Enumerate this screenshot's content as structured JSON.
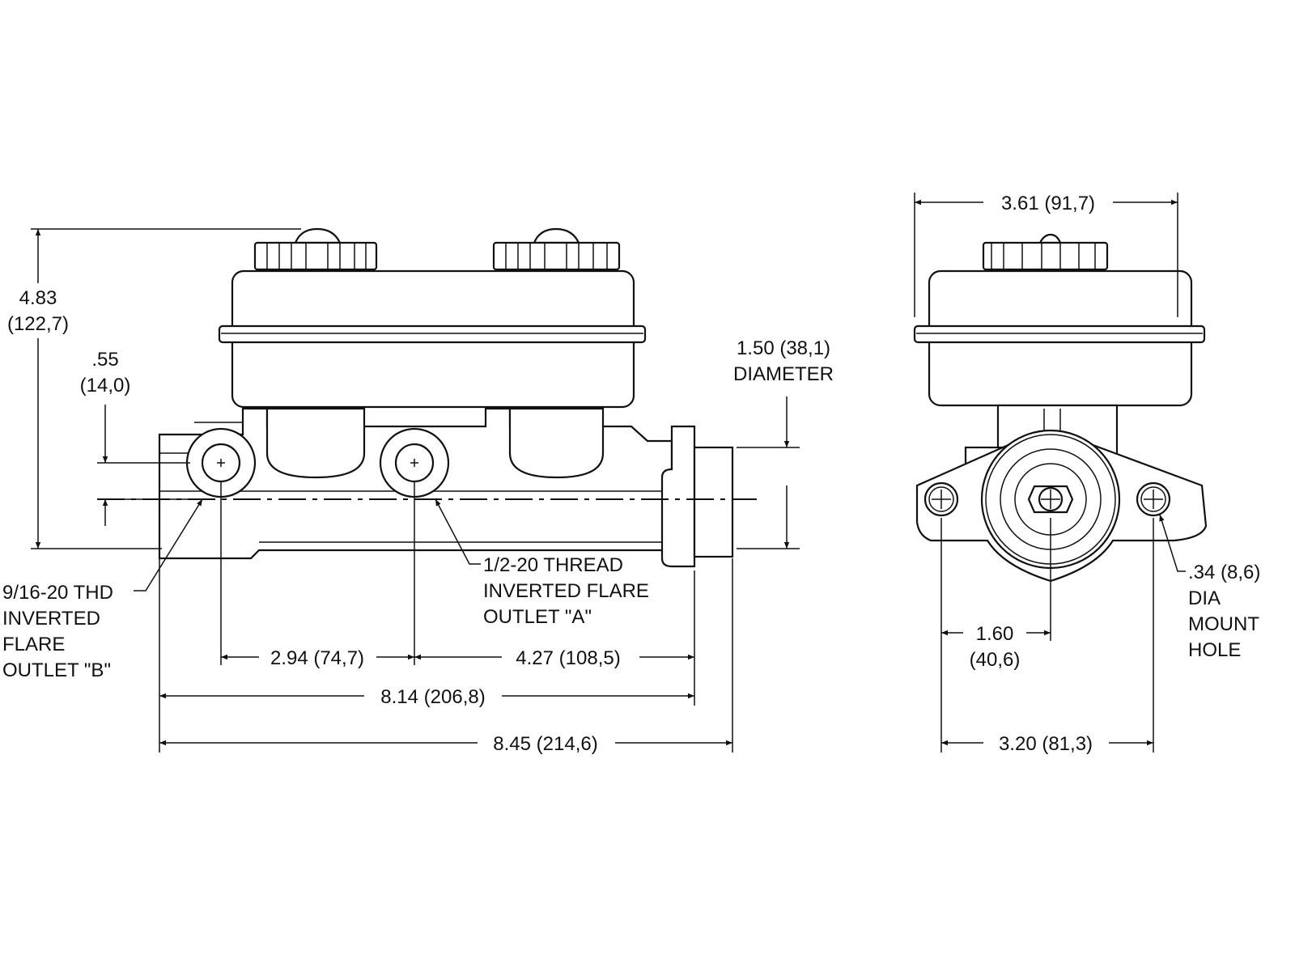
{
  "side_view": {
    "overall_height": {
      "inch": "4.83",
      "mm": "(122,7)"
    },
    "port_offset": {
      "inch": ".55",
      "mm": "(14,0)"
    },
    "bore": {
      "line1": "1.50 (38,1)",
      "line2": "DIAMETER"
    },
    "outlet_b": {
      "lines": [
        "9/16-20 THD",
        "INVERTED",
        "FLARE",
        "OUTLET \"B\""
      ]
    },
    "outlet_a": {
      "lines": [
        "1/2-20 THREAD",
        "INVERTED FLARE",
        "OUTLET \"A\""
      ]
    },
    "dim_ports": "2.94 (74,7)",
    "dim_port_a_to_flange": "4.27 (108,5)",
    "dim_to_flange": "8.14 (206,8)",
    "dim_overall_length": "8.45 (214,6)"
  },
  "front_view": {
    "width": "3.61 (91,7)",
    "half_mount": {
      "inch": "1.60",
      "mm": "(40,6)"
    },
    "mount_spacing": "3.20 (81,3)",
    "mount_hole": {
      "lines": [
        ".34 (8,6)",
        "DIA",
        "MOUNT",
        "HOLE"
      ]
    }
  }
}
